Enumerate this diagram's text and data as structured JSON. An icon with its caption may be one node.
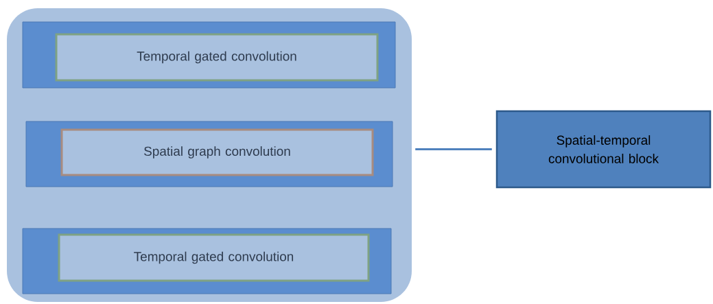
{
  "diagram": {
    "nodes": [
      {
        "text": [],
        "shape": "box"
      },
      {
        "text": [],
        "shape": "bar",
        "in": 0
      },
      {
        "text": [
          "Temporal gated convolution"
        ],
        "in": 1
      },
      {
        "text": [],
        "shape": "bar",
        "in": 0
      },
      {
        "text": [
          "Spatial graph convolution"
        ],
        "in": 3
      },
      {
        "text": [],
        "shape": "bar",
        "in": 0
      },
      {
        "text": [
          "Temporal gated convolution"
        ],
        "in": 5
      },
      {
        "text": [
          "Spatial-temporal convolutional block"
        ]
      }
    ],
    "edges": [
      {
        "from": 0,
        "to": 7,
        "arrow": "none"
      }
    ]
  }
}
